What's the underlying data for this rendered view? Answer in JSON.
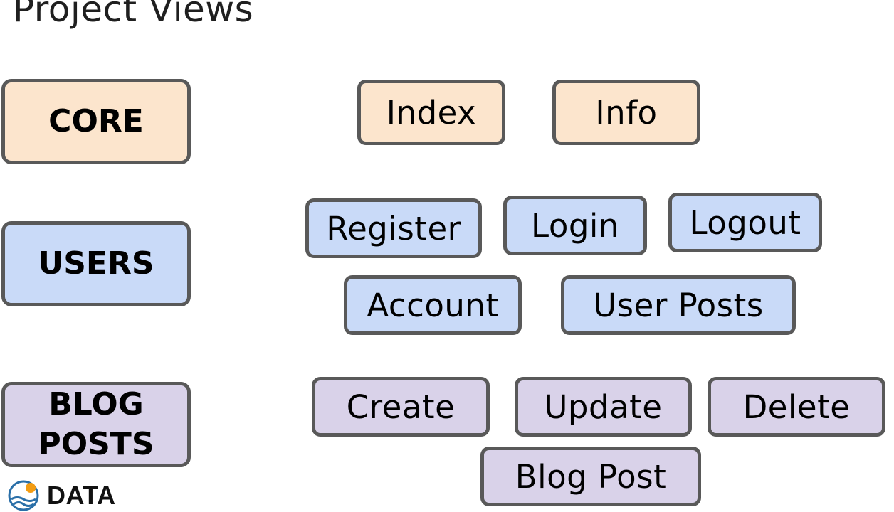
{
  "title": "Project Views",
  "categories": {
    "core": "CORE",
    "users": "USERS",
    "blog_posts": "BLOG POSTS"
  },
  "views": {
    "core": [
      "Index",
      "Info"
    ],
    "users": [
      "Register",
      "Login",
      "Logout",
      "Account",
      "User Posts"
    ],
    "blog_posts": [
      "Create",
      "Update",
      "Delete",
      "Blog Post"
    ]
  },
  "logo": {
    "text": "DATA",
    "icon": "globe-wave-logo-icon"
  },
  "colors": {
    "core_fill": "#fce5cd",
    "users_fill": "#c9daf8",
    "blog_fill": "#d9d2e9",
    "border": "#595959",
    "logo_accent": "#f39c12",
    "logo_wave": "#2a6fa8"
  }
}
